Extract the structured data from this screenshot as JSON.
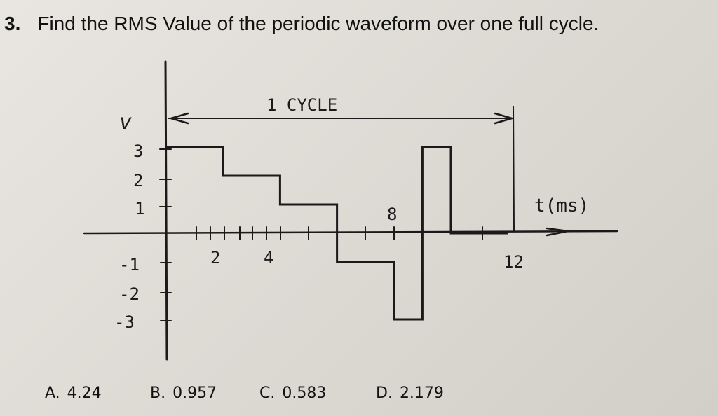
{
  "question": {
    "number": "3.",
    "text": "Find the RMS Value of the periodic waveform over one full cycle."
  },
  "diagram": {
    "y_axis_label": "v",
    "x_axis_label": "t(ms)",
    "cycle_label": "1 CYCLE",
    "y_tick_labels": [
      "3",
      "2",
      "1",
      "-1",
      "-2",
      "-3"
    ],
    "x_tick_labels": [
      "2",
      "4",
      "8",
      "12"
    ],
    "waveform": {
      "description_units": "t in ms, v in volts",
      "segments": [
        {
          "t_start": 0,
          "t_end": 2,
          "v": 3
        },
        {
          "t_start": 2,
          "t_end": 4,
          "v": 2
        },
        {
          "t_start": 4,
          "t_end": 6,
          "v": 1
        },
        {
          "t_start": 6,
          "t_end": 8,
          "v": -1
        },
        {
          "t_start": 8,
          "t_end": 9,
          "v": -3
        },
        {
          "t_start": 9,
          "t_end": 10,
          "v": 3
        },
        {
          "t_start": 10,
          "t_end": 12,
          "v": 0
        }
      ]
    }
  },
  "options": [
    {
      "label": "A.",
      "value": "4.24"
    },
    {
      "label": "B.",
      "value": "0.957"
    },
    {
      "label": "C.",
      "value": "0.583"
    },
    {
      "label": "D.",
      "value": "2.179"
    }
  ],
  "colors": {
    "ink": "#1a1a1a",
    "paper": "#e4e1dc"
  }
}
